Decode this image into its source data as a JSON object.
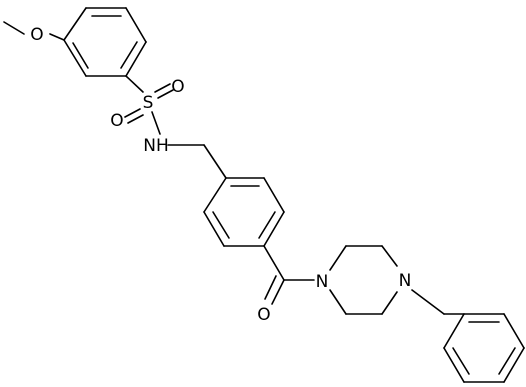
{
  "diagram": {
    "type": "chemical-structure",
    "atom_labels": {
      "methoxy_oxygen": "O",
      "sulfur": "S",
      "sulfonyl_oxygen_1": "O",
      "sulfonyl_oxygen_2": "O",
      "sulfonamide_nh": "NH",
      "carbonyl_oxygen": "O",
      "piperazine_n1": "N",
      "piperazine_n4": "N"
    }
  }
}
